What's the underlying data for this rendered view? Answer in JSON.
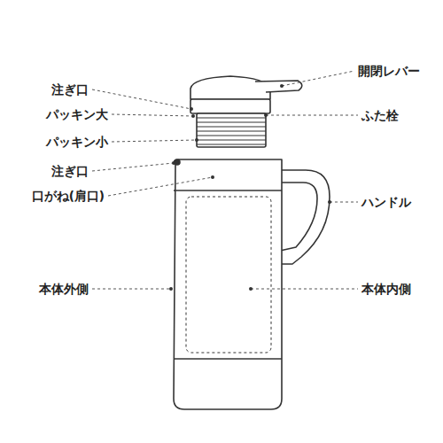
{
  "diagram": {
    "labels": [
      "注ぎ口",
      "パッキン大",
      "パッキン小",
      "注ぎ口",
      "口がね(肩口)",
      "本体外側",
      "開閉レバー",
      "ふた栓",
      "ハンドル",
      "本体内側"
    ]
  }
}
